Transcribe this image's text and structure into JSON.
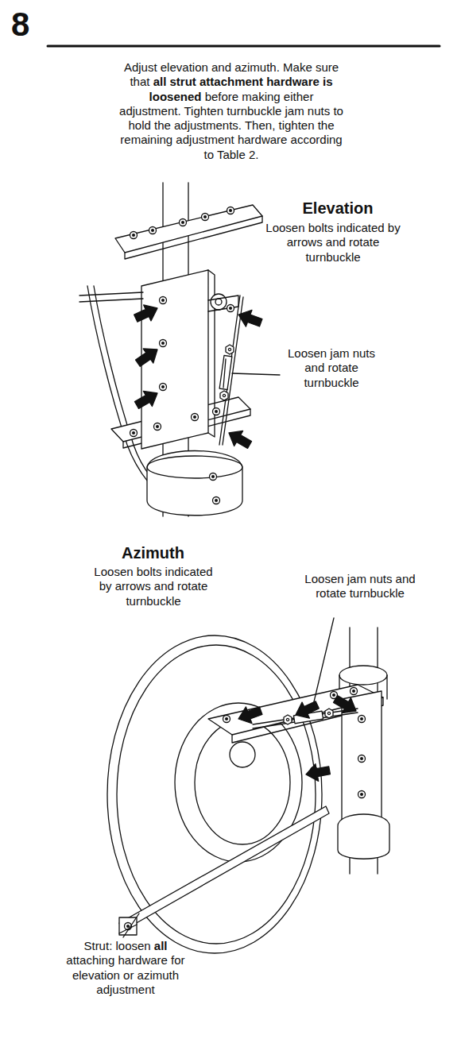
{
  "diagram": {
    "title": "8",
    "labels": [
      "Adjust elevation and azimuth. Make sure that",
      "all strut attachment hardware is loosened",
      "before making either adjustment. Tighten turnbuckle jam nuts to hold the adjustments. Then, tighten the remaining adjustment hardware according to Table 2.",
      "Elevation",
      "Loosen bolts indicated by arrows and rotate turnbuckle",
      "Loosen jam nuts and rotate turnbuckle",
      "Azimuth",
      "Loosen bolts indicated by arrows and rotate turnbuckle",
      "Loosen jam nuts and rotate turnbuckle",
      "Strut: loosen",
      "all",
      "attaching hardware for elevation or azimuth adjustment"
    ]
  }
}
